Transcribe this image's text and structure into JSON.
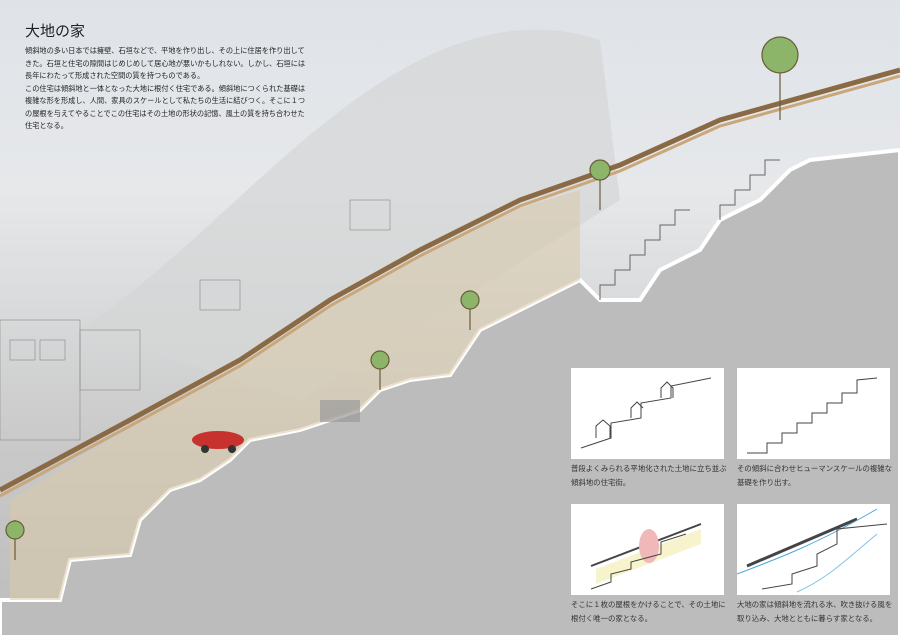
{
  "title": "大地の家",
  "intro": [
    "傾斜地の多い日本では擁壁、石垣などで、平地を作り出し、その上に住居を作り出してきた。石垣と住宅の隙間はじめじめして居心地が悪いかもしれない。しかし、石垣には長年にわたって形成された空間の質を持つものである。",
    "この住宅は傾斜地と一体となった大地に根付く住宅である。傾斜地につくられた基礎は複雑な形を形成し、人間、家具のスケールとして私たちの生活に結びつく。そこに１つの屋根を与えてやることでこの住宅はその土地の形状の記憶、風土の質を持ち合わせた住宅となる。"
  ],
  "diagrams": [
    {
      "caption": "普段よくみられる平地化された土地に立ち並ぶ傾斜地の住宅街。"
    },
    {
      "caption": "その傾斜に合わせヒューマンスケールの複雑な基礎を作り出す。"
    },
    {
      "caption": "そこに１枚の屋根をかけることで、その土地に根付く唯一の家となる。"
    },
    {
      "caption": "大地の家は傾斜地を流れる水、吹き抜ける風を取り込み、大地とともに暮らす家となる。"
    }
  ],
  "colors": {
    "ground": "#bdbdbd",
    "wood": "#c9a77a",
    "car": "#c8322e",
    "water": "#4aa8d8"
  }
}
